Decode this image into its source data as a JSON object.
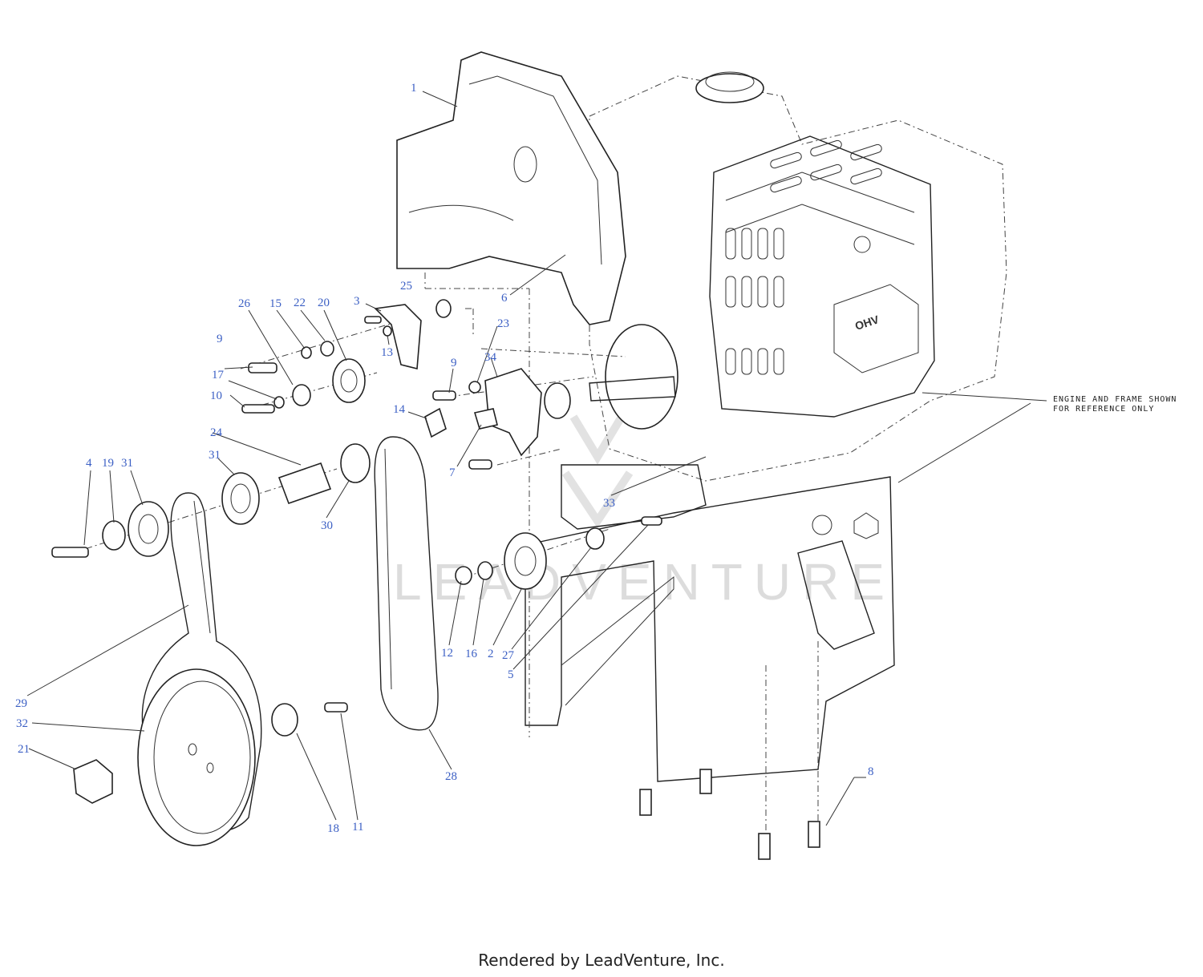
{
  "note": {
    "line1": "ENGINE AND FRAME SHOWN",
    "line2": "FOR REFERENCE ONLY"
  },
  "watermark": "LEADVENTURE",
  "footer": "Rendered by LeadVenture, Inc.",
  "callouts": [
    {
      "id": "c1",
      "label": "1"
    },
    {
      "id": "c2",
      "label": "2"
    },
    {
      "id": "c3",
      "label": "3"
    },
    {
      "id": "c4",
      "label": "4"
    },
    {
      "id": "c5",
      "label": "5"
    },
    {
      "id": "c6",
      "label": "6"
    },
    {
      "id": "c7",
      "label": "7"
    },
    {
      "id": "c8",
      "label": "8"
    },
    {
      "id": "c9a",
      "label": "9"
    },
    {
      "id": "c9b",
      "label": "9"
    },
    {
      "id": "c10",
      "label": "10"
    },
    {
      "id": "c11",
      "label": "11"
    },
    {
      "id": "c12",
      "label": "12"
    },
    {
      "id": "c13",
      "label": "13"
    },
    {
      "id": "c14",
      "label": "14"
    },
    {
      "id": "c15",
      "label": "15"
    },
    {
      "id": "c16",
      "label": "16"
    },
    {
      "id": "c17",
      "label": "17"
    },
    {
      "id": "c18",
      "label": "18"
    },
    {
      "id": "c19",
      "label": "19"
    },
    {
      "id": "c20",
      "label": "20"
    },
    {
      "id": "c21",
      "label": "21"
    },
    {
      "id": "c22",
      "label": "22"
    },
    {
      "id": "c23",
      "label": "23"
    },
    {
      "id": "c24",
      "label": "24"
    },
    {
      "id": "c25",
      "label": "25"
    },
    {
      "id": "c26",
      "label": "26"
    },
    {
      "id": "c27",
      "label": "27"
    },
    {
      "id": "c28",
      "label": "28"
    },
    {
      "id": "c29",
      "label": "29"
    },
    {
      "id": "c30",
      "label": "30"
    },
    {
      "id": "c31a",
      "label": "31"
    },
    {
      "id": "c31b",
      "label": "31"
    },
    {
      "id": "c32",
      "label": "32"
    },
    {
      "id": "c33",
      "label": "33"
    },
    {
      "id": "c34",
      "label": "34"
    }
  ]
}
